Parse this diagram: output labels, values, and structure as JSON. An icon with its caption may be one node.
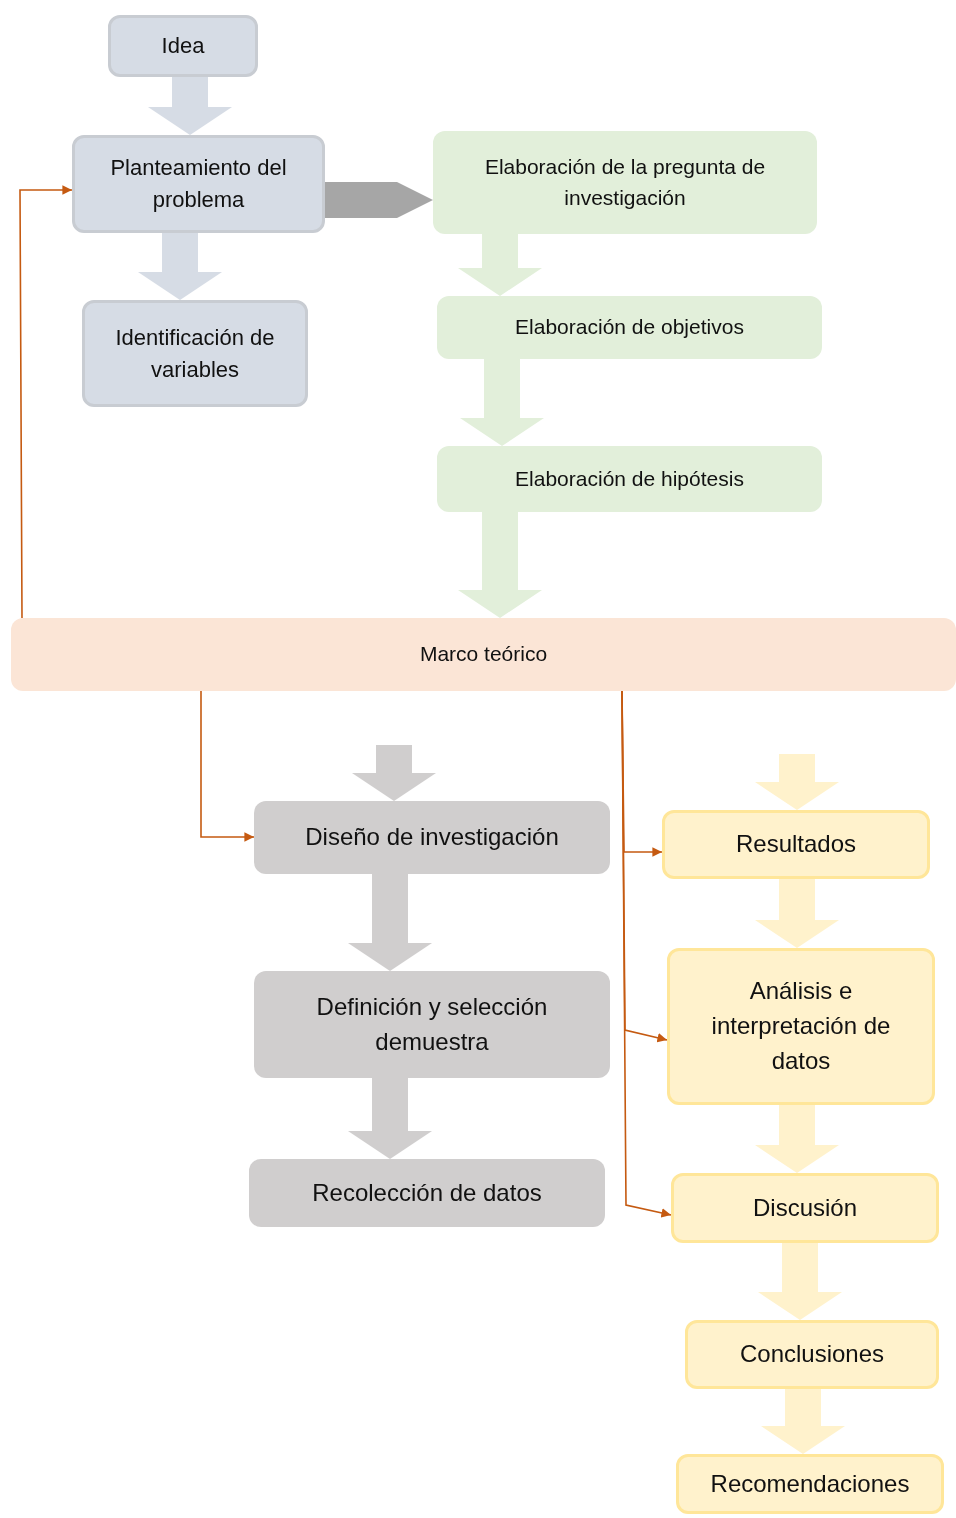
{
  "diagram": {
    "nodes": [
      {
        "text": [
          "Idea"
        ]
      },
      {
        "text": [
          "Planteamiento del problema"
        ]
      },
      {
        "text": [
          "Identificación de variables"
        ]
      },
      {
        "text": [
          "Elaboración de la pregunta de investigación"
        ]
      },
      {
        "text": [
          "Elaboración de objetivos"
        ]
      },
      {
        "text": [
          "Elaboración de hipótesis"
        ]
      },
      {
        "text": [
          "Marco teórico"
        ]
      },
      {
        "text": [
          "Diseño de investigación"
        ]
      },
      {
        "text": [
          "Definición y selección demuestra"
        ]
      },
      {
        "text": [
          "Recolección de datos"
        ]
      },
      {
        "text": [
          "Resultados"
        ]
      },
      {
        "text": [
          "Análisis e interpretación de datos"
        ]
      },
      {
        "text": [
          "Discusión"
        ]
      },
      {
        "text": [
          "Conclusiones"
        ]
      },
      {
        "text": [
          "Recomendaciones"
        ]
      }
    ],
    "edges": [
      {
        "from": 0,
        "to": 1,
        "arrow": "to",
        "style": "thick",
        "color": "#d6dce5"
      },
      {
        "from": 1,
        "to": 2,
        "arrow": "to",
        "style": "thick",
        "color": "#d6dce5"
      },
      {
        "from": 1,
        "to": 3,
        "arrow": "to",
        "style": "thick",
        "color": "#a6a6a6"
      },
      {
        "from": 3,
        "to": 4,
        "arrow": "to",
        "style": "thick",
        "color": "#e2efda"
      },
      {
        "from": 4,
        "to": 5,
        "arrow": "to",
        "style": "thick",
        "color": "#e2efda"
      },
      {
        "from": 5,
        "to": 6,
        "arrow": "to",
        "style": "thick",
        "color": "#e2efda"
      },
      {
        "from": 6,
        "to": 1,
        "arrow": "to",
        "color": "#c55a11"
      },
      {
        "from": 6,
        "to": 7,
        "arrow": "to",
        "color": "#c55a11"
      },
      {
        "from": null,
        "to": 7,
        "arrow": "to",
        "style": "thick",
        "color": "#d0cece"
      },
      {
        "from": 7,
        "to": 8,
        "arrow": "to",
        "style": "thick",
        "color": "#d0cece"
      },
      {
        "from": 8,
        "to": 9,
        "arrow": "to",
        "style": "thick",
        "color": "#d0cece"
      },
      {
        "from": 6,
        "to": 10,
        "arrow": "to",
        "color": "#c55a11"
      },
      {
        "from": 6,
        "to": 11,
        "arrow": "to",
        "color": "#c55a11"
      },
      {
        "from": 6,
        "to": 12,
        "arrow": "to",
        "color": "#c55a11"
      },
      {
        "from": null,
        "to": 10,
        "arrow": "to",
        "style": "thick",
        "color": "#fff2cc"
      },
      {
        "from": 10,
        "to": 11,
        "arrow": "to",
        "style": "thick",
        "color": "#fff2cc"
      },
      {
        "from": 11,
        "to": 12,
        "arrow": "to",
        "style": "thick",
        "color": "#fff2cc"
      },
      {
        "from": 12,
        "to": 13,
        "arrow": "to",
        "style": "thick",
        "color": "#fff2cc"
      },
      {
        "from": 13,
        "to": 14,
        "arrow": "to",
        "style": "thick",
        "color": "#fff2cc"
      }
    ]
  }
}
